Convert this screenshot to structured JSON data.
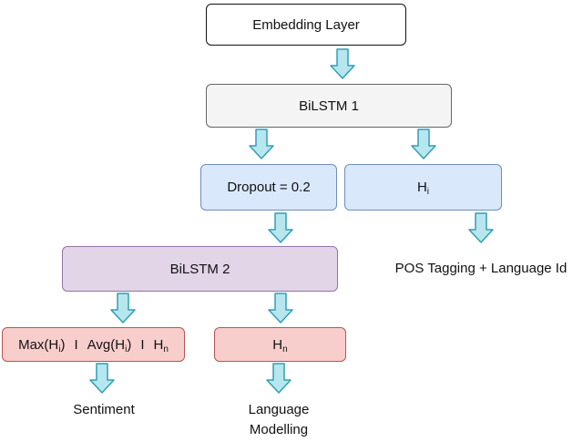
{
  "nodes": {
    "embedding": "Embedding Layer",
    "bilstm1": "BiLSTM 1",
    "dropout": "Dropout = 0.2",
    "hi_base": "H",
    "hi_sub": "i",
    "bilstm2": "BiLSTM 2",
    "pool": {
      "max": "Max(H",
      "max_sub": "i",
      "max_close": ")",
      "sep1": "I",
      "avg": "Avg(H",
      "avg_sub": "i",
      "avg_close": ")",
      "sep2": "I",
      "hn": "H",
      "hn_sub": "n"
    },
    "hn_base": "H",
    "hn_sub": "n"
  },
  "outputs": {
    "pos": "POS Tagging + Language Id",
    "sentiment": "Sentiment",
    "lm_line1": "Language",
    "lm_line2": "Modelling"
  },
  "colors": {
    "arrow_fill": "#b8e6ee",
    "arrow_stroke": "#2f9fb6"
  }
}
